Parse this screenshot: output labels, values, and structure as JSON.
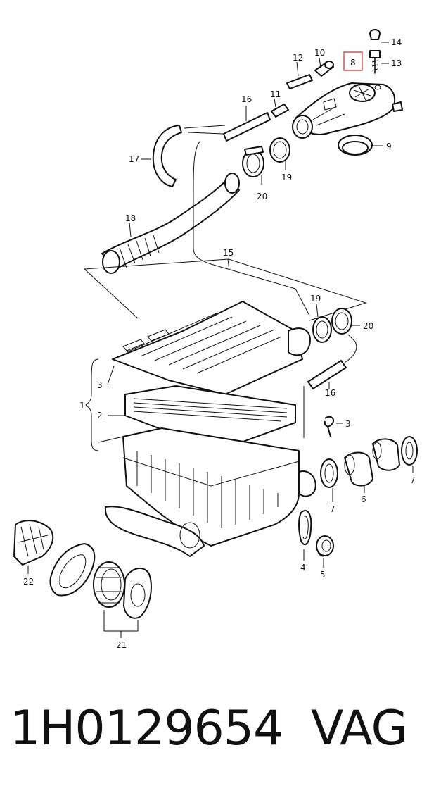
{
  "callouts": [
    {
      "id": "c14",
      "text": "14"
    },
    {
      "id": "c13",
      "text": "13"
    },
    {
      "id": "c12",
      "text": "12"
    },
    {
      "id": "c10",
      "text": "10"
    },
    {
      "id": "c8",
      "text": "8"
    },
    {
      "id": "c16a",
      "text": "16"
    },
    {
      "id": "c11",
      "text": "11"
    },
    {
      "id": "c9",
      "text": "9"
    },
    {
      "id": "c17",
      "text": "17"
    },
    {
      "id": "c19a",
      "text": "19"
    },
    {
      "id": "c20a",
      "text": "20"
    },
    {
      "id": "c18",
      "text": "18"
    },
    {
      "id": "c15",
      "text": "15"
    },
    {
      "id": "c19b",
      "text": "19"
    },
    {
      "id": "c20b",
      "text": "20"
    },
    {
      "id": "c3a",
      "text": "3"
    },
    {
      "id": "c16b",
      "text": "16"
    },
    {
      "id": "c1",
      "text": "1"
    },
    {
      "id": "c2",
      "text": "2"
    },
    {
      "id": "c3b",
      "text": "3"
    },
    {
      "id": "c7a",
      "text": "7"
    },
    {
      "id": "c6",
      "text": "6"
    },
    {
      "id": "c7b",
      "text": "7"
    },
    {
      "id": "c4",
      "text": "4"
    },
    {
      "id": "c5",
      "text": "5"
    },
    {
      "id": "c22",
      "text": "22"
    },
    {
      "id": "c21",
      "text": "21"
    }
  ],
  "highlight": {
    "callout": "8",
    "color": "#d9534f"
  },
  "footer": {
    "part_number": "1H0129654",
    "brand": "VAG"
  }
}
